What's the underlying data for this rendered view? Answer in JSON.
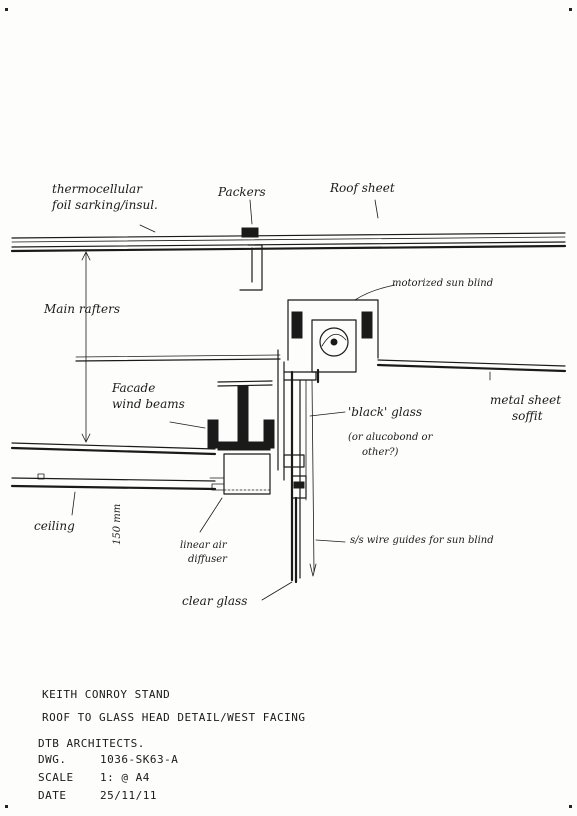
{
  "labels": {
    "thermo_line1": "thermocellular",
    "thermo_line2": "foil sarking/insul.",
    "packers": "Packers",
    "roof_sheet": "Roof sheet",
    "motorized_blind": "motorized sun blind",
    "main_rafters": "Main rafters",
    "facade_line1": "Facade",
    "facade_line2": "wind beams",
    "metal_soffit_line1": "metal sheet",
    "metal_soffit_line2": "soffit",
    "black_glass_line1": "'black' glass",
    "black_glass_line2": "(or alucobond or",
    "black_glass_line3": "other?)",
    "ceiling": "ceiling",
    "dim_150": "150 mm",
    "diffuser_line1": "linear air",
    "diffuser_line2": "diffuser",
    "wire_guides": "s/s wire guides for sun blind",
    "clear_glass": "clear glass"
  },
  "title_block": {
    "project": "KEITH CONROY STAND",
    "title": "ROOF TO GLASS HEAD DETAIL/WEST FACING",
    "firm": "DTB ARCHITECTS.",
    "dwg_label": "DWG.",
    "dwg_value": "1036-SK63-A",
    "scale_label": "SCALE",
    "scale_value": "1:   @ A4",
    "date_label": "DATE",
    "date_value": "25/11/11"
  }
}
